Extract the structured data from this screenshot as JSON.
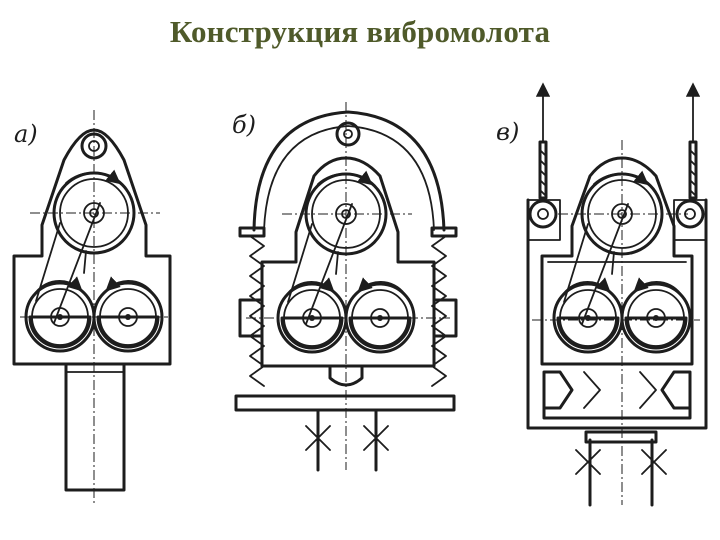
{
  "slide": {
    "title": "Конструкция вибромолота"
  },
  "figures": [
    {
      "id": "a",
      "label": "а)"
    },
    {
      "id": "b",
      "label": "б)"
    },
    {
      "id": "v",
      "label": "в)"
    }
  ],
  "colors": {
    "title": "#4f5a2a",
    "ink": "#1d1d1d",
    "background": "#ffffff"
  }
}
